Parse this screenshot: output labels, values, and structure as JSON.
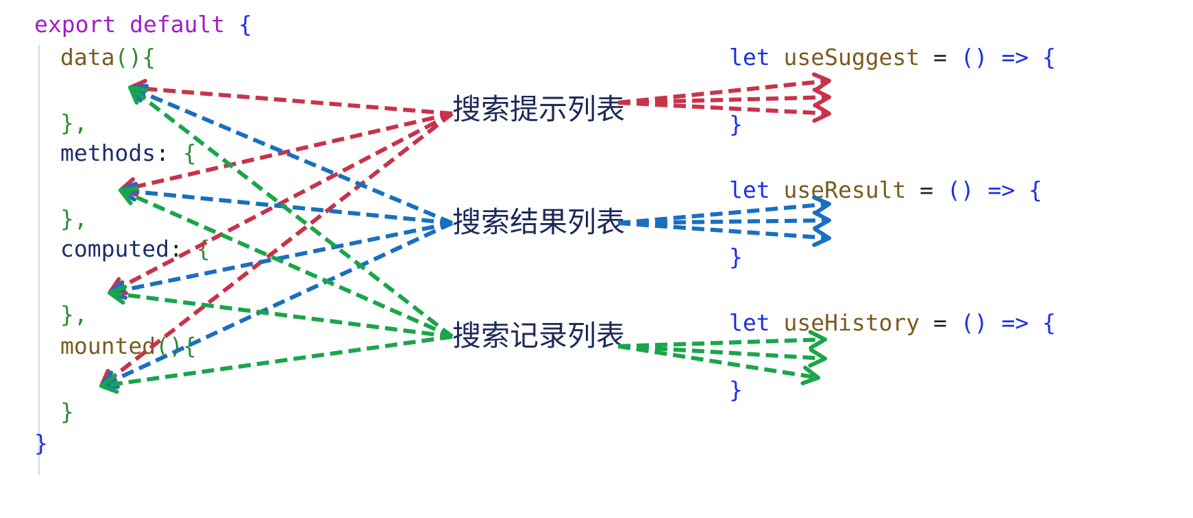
{
  "colors": {
    "keyword": "#a31dc7",
    "blue": "#1a2ee8",
    "gold": "#7a5a1d",
    "green": "#2f8b2f",
    "navy": "#1b2d6b",
    "operator": "#222222",
    "suggest_arrow": "#c8334a",
    "result_arrow": "#1a6fbf",
    "history_arrow": "#1aa54a"
  },
  "options_api": {
    "export_kw": "export",
    "default_kw": "default",
    "open_brace": "{",
    "close_brace": "}",
    "data_name": "data",
    "data_parens": "()",
    "data_brace": "{",
    "data_close": "},",
    "methods_name": "methods",
    "methods_colon": ":",
    "methods_brace": "{",
    "methods_close": "},",
    "computed_name": "computed",
    "computed_colon": ":",
    "computed_brace": "{",
    "computed_close": "},",
    "mounted_name": "mounted",
    "mounted_parens": "()",
    "mounted_brace": "{",
    "mounted_close": "}"
  },
  "features": {
    "suggest": "搜索提示列表",
    "result": "搜索结果列表",
    "history": "搜索记录列表"
  },
  "composition_api": {
    "let_kw": "let",
    "equals": "=",
    "parens": "()",
    "fat_arrow": "=>",
    "open_brace": "{",
    "close_brace": "}",
    "suggest_fn": "useSuggest",
    "result_fn": "useResult",
    "history_fn": "useHistory"
  }
}
